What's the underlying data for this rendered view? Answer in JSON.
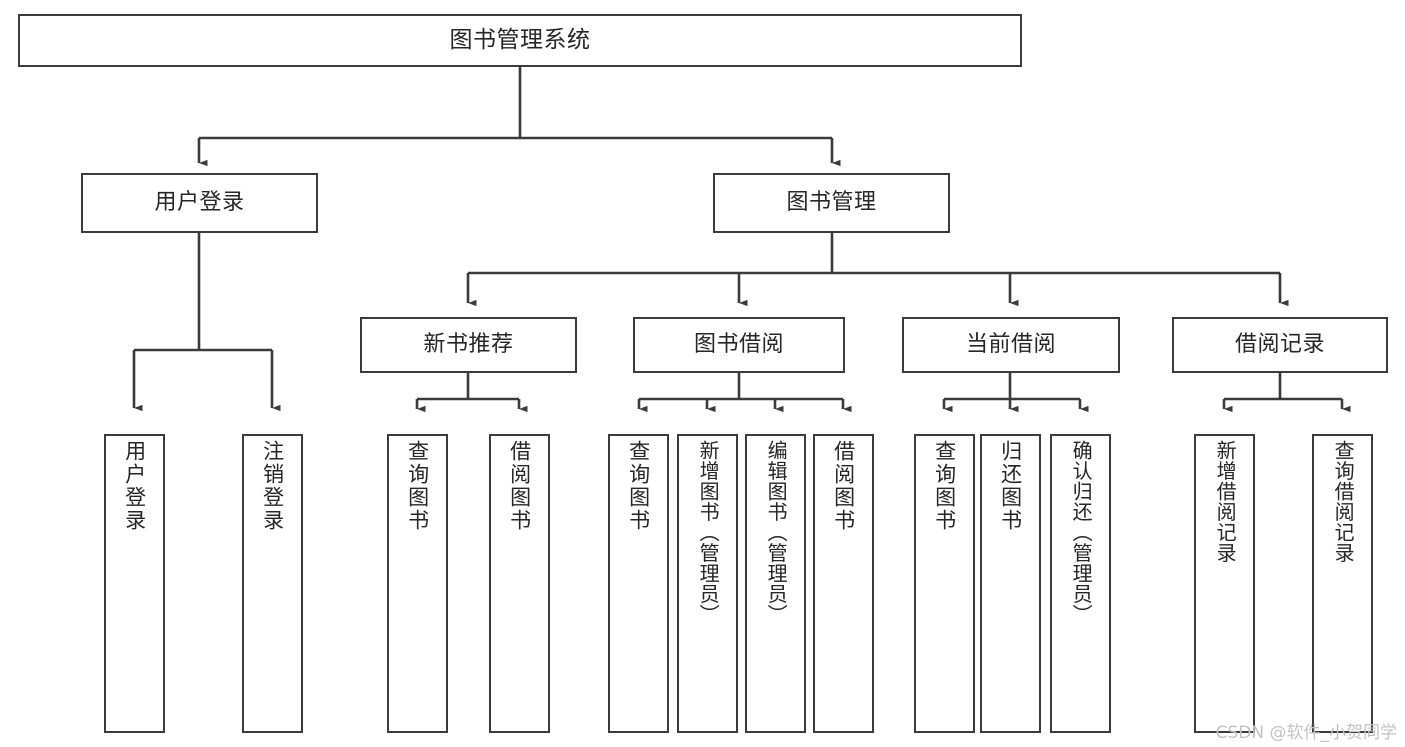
{
  "diagram": {
    "type": "tree",
    "title": "图书管理系统",
    "orientation": "top-down",
    "colors": {
      "node_border": "#3b3b3b",
      "node_fill": "#ffffff",
      "edge": "#3b3b3b",
      "text": "#262626",
      "watermark": "#c2c2c2",
      "background": "#ffffff"
    },
    "watermark": "CSDN @软件_小贺同学"
  },
  "nodes": {
    "root": {
      "label": "图书管理系统",
      "level": 0
    },
    "level1": [
      {
        "id": "user-login",
        "label": "用户登录"
      },
      {
        "id": "book-manage",
        "label": "图书管理"
      }
    ],
    "level2": [
      {
        "id": "new-book-rec",
        "label": "新书推荐",
        "parent": "book-manage"
      },
      {
        "id": "book-borrow",
        "label": "图书借阅",
        "parent": "book-manage"
      },
      {
        "id": "current-borrow",
        "label": "当前借阅",
        "parent": "book-manage"
      },
      {
        "id": "borrow-record",
        "label": "借阅记录",
        "parent": "book-manage"
      }
    ],
    "leaves": {
      "user-login": [
        {
          "id": "leaf-user-login",
          "label": "用户登录"
        },
        {
          "id": "leaf-logout",
          "label": "注销登录"
        }
      ],
      "new-book-rec": [
        {
          "id": "leaf-query-book-1",
          "label": "查询图书"
        },
        {
          "id": "leaf-borrow-book-1",
          "label": "借阅图书"
        }
      ],
      "book-borrow": [
        {
          "id": "leaf-query-book-2",
          "label": "查询图书"
        },
        {
          "id": "leaf-add-book",
          "label": "新增图书（管理员）"
        },
        {
          "id": "leaf-edit-book",
          "label": "编辑图书（管理员）"
        },
        {
          "id": "leaf-borrow-book-2",
          "label": "借阅图书"
        }
      ],
      "current-borrow": [
        {
          "id": "leaf-query-book-3",
          "label": "查询图书"
        },
        {
          "id": "leaf-return-book",
          "label": "归还图书"
        },
        {
          "id": "leaf-confirm-return",
          "label": "确认归还（管理员）"
        }
      ],
      "borrow-record": [
        {
          "id": "leaf-add-record",
          "label": "新增借阅记录"
        },
        {
          "id": "leaf-query-record",
          "label": "查询借阅记录"
        }
      ]
    }
  }
}
